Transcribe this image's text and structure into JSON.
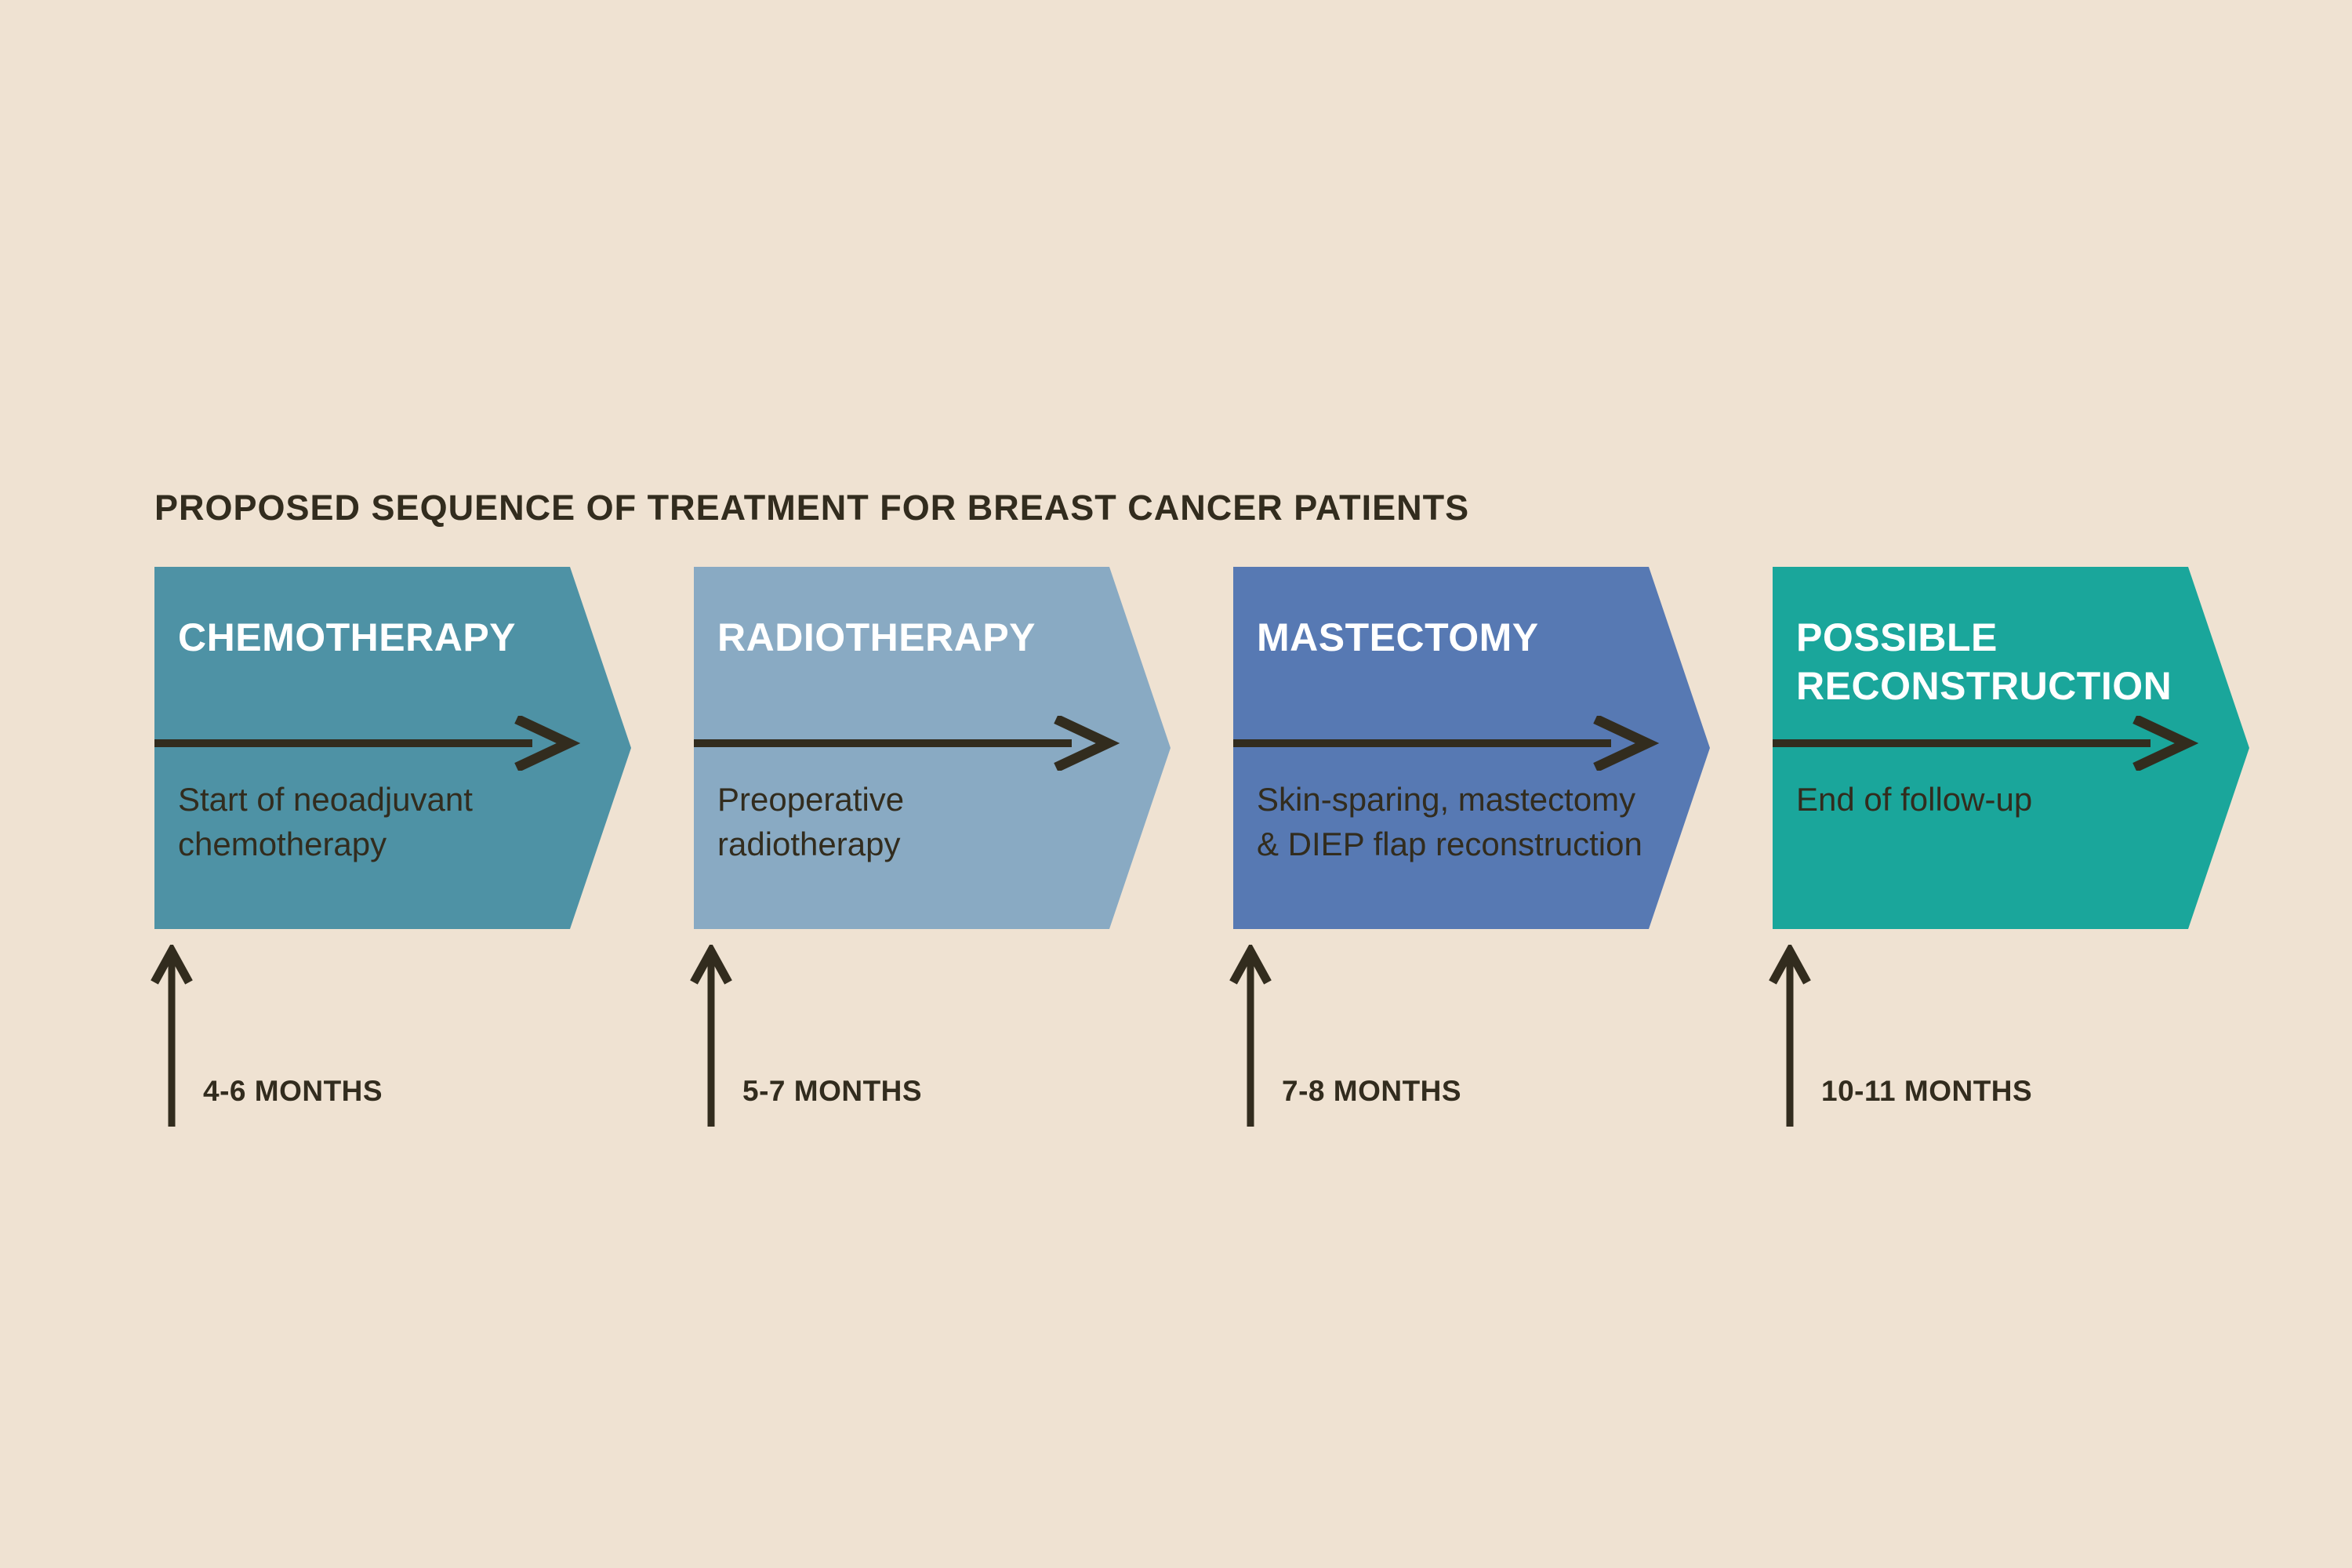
{
  "title": "PROPOSED SEQUENCE OF TREATMENT FOR BREAST CANCER PATIENTS",
  "colors": {
    "background": "#EFE2D2",
    "text_dark": "#322C1E",
    "heading_text": "#FFFFFF"
  },
  "icons": {
    "right_arrow": "→",
    "up_arrow": "↑"
  },
  "stages": [
    {
      "heading": "CHEMOTHERAPY",
      "description": "Start of neoadjuvant\nchemotherapy",
      "duration": "4-6 MONTHS",
      "fill": "#4E92A5"
    },
    {
      "heading": "RADIOTHERAPY",
      "description": "Preoperative\nradiotherapy",
      "duration": "5-7 MONTHS",
      "fill": "#89AAC3"
    },
    {
      "heading": "MASTECTOMY",
      "description": "Skin-sparing, mastectomy\n& DIEP flap reconstruction",
      "duration": "7-8 MONTHS",
      "fill": "#5779B3"
    },
    {
      "heading": "POSSIBLE\nRECONSTRUCTION",
      "description": "End of follow-up",
      "duration": "10-11 MONTHS",
      "fill": "#1AA69B"
    }
  ]
}
